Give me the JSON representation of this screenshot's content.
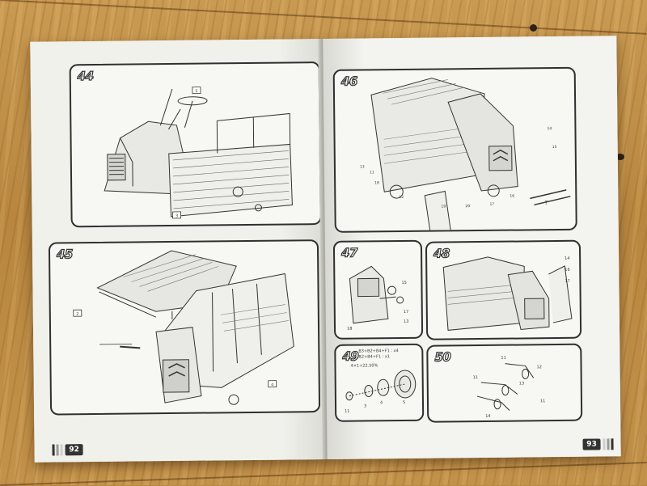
{
  "photo": {
    "subject": "",
    "colors": {
      "wood": "#c3924a",
      "paper": "#f2f2ee",
      "ink": "#2f2f2f"
    }
  },
  "left_page": {
    "steps": [
      {
        "number": "44",
        "callouts": [
          "5",
          "3"
        ]
      },
      {
        "number": "45",
        "callouts": [
          "2",
          "4"
        ]
      }
    ],
    "page_number": "92"
  },
  "right_page": {
    "steps": [
      {
        "number": "46",
        "callouts": [
          "13",
          "11",
          "18",
          "12",
          "19",
          "20",
          "17",
          "16",
          "14",
          "15",
          "?"
        ]
      },
      {
        "number": "47",
        "callouts": [
          "18",
          "15",
          "17",
          "13"
        ]
      },
      {
        "number": "48",
        "callouts": [
          "14",
          "16",
          "17"
        ]
      },
      {
        "number": "49",
        "callouts": [
          "11",
          "3",
          "4",
          "5"
        ],
        "notes": [
          "B3+B2+B4+F1 : x4",
          "B2+B4+F1 : x1",
          "4×1+22.50%"
        ]
      },
      {
        "number": "50",
        "callouts": [
          "11",
          "12",
          "13",
          "11",
          "14",
          "11"
        ]
      }
    ],
    "page_number": "93"
  }
}
